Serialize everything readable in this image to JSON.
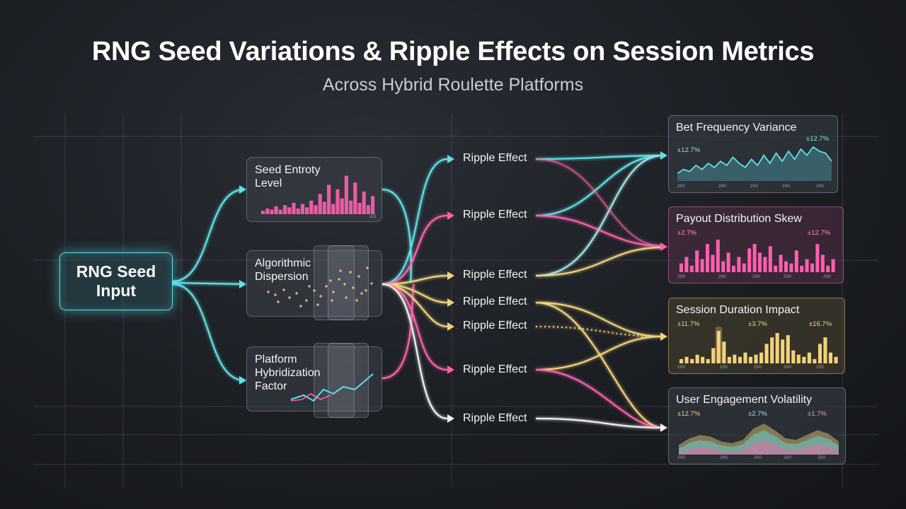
{
  "title": "RNG Seed Variations & Ripple Effects on Session Metrics",
  "subtitle": "Across Hybrid Roulette Platforms",
  "input_node": {
    "label": "RNG Seed Input"
  },
  "factors": [
    {
      "label": "Seed Entroty Level",
      "corner_tick": "1/3"
    },
    {
      "label": "Algorithmic Dispersion"
    },
    {
      "label": "Platform Hybridization Factor"
    }
  ],
  "ripple_label": "Ripple Effect",
  "ripples": [
    "Ripple Effect",
    "Ripple Effect",
    "Ripple Effect",
    "Ripple Effect",
    "Ripple Effect",
    "Ripple Effect",
    "Ripple Effect"
  ],
  "colors": {
    "cyan": "#5fe0e8",
    "pink": "#ff5fae",
    "gold": "#f2d27a",
    "white": "#f1f1f1"
  },
  "metrics": [
    {
      "title": "Bet Frequency Variance",
      "badges": [
        "±12.7%",
        "±12.7%"
      ],
      "ticks": [
        "200",
        "200",
        "200",
        "200",
        "200"
      ],
      "color": "#5fe0e8",
      "series": [
        3,
        5,
        4,
        7,
        5,
        8,
        6,
        9,
        7,
        11,
        8,
        6,
        10,
        7,
        12,
        8,
        13,
        9,
        14,
        10,
        15,
        12,
        16,
        14,
        13,
        9
      ]
    },
    {
      "title": "Payout Distribution Skew",
      "badges": [
        "±2.7%",
        "±12.7%"
      ],
      "ticks": [
        "200",
        "200",
        "200",
        "200",
        "200"
      ],
      "color": "#ff5fae",
      "series": [
        4,
        7,
        3,
        10,
        6,
        13,
        8,
        15,
        5,
        9,
        3,
        7,
        4,
        11,
        13,
        9,
        7,
        12,
        3,
        8,
        5,
        4,
        10,
        3,
        6,
        4,
        13,
        8,
        3,
        6
      ]
    },
    {
      "title": "Session Duration Impact",
      "badges": [
        "±11.7%",
        "±3.7%",
        "±16.7%"
      ],
      "ticks": [
        "200",
        "200",
        "200",
        "200",
        "200"
      ],
      "color": "#f2d27a",
      "series": [
        2,
        3,
        2,
        4,
        3,
        2,
        7,
        15,
        10,
        3,
        4,
        3,
        5,
        3,
        4,
        5,
        9,
        12,
        14,
        11,
        13,
        6,
        4,
        3,
        5,
        2,
        9,
        12,
        5,
        3
      ]
    },
    {
      "title": "User Engagement Volatility",
      "badges": [
        "±12.7%",
        "±2.7%",
        "±1.7%"
      ],
      "ticks": [
        "200",
        "200",
        "200",
        "200",
        "200"
      ],
      "color": "#9ee6d9",
      "series": [
        0.3,
        0.5,
        0.6,
        0.55,
        0.4,
        0.35,
        0.45,
        0.8,
        0.95,
        0.75,
        0.5,
        0.45,
        0.6,
        0.75,
        0.65,
        0.4
      ]
    }
  ]
}
